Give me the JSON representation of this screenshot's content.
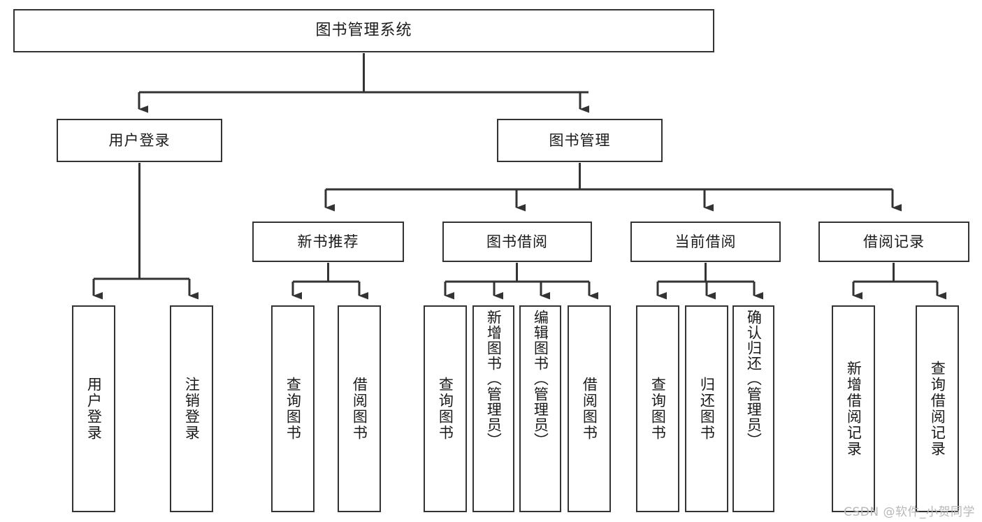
{
  "diagram": {
    "title": "图书管理系统",
    "type": "tree",
    "watermark": "CSDN @软件_小贺同学",
    "colors": {
      "box_border": "#333333",
      "box_fill": "#ffffff",
      "connector": "#333333",
      "text": "#1a1a1a",
      "watermark": "#b8b8b8"
    },
    "levels": {
      "root": {
        "label": "图书管理系统"
      },
      "level2": [
        {
          "label": "用户登录"
        },
        {
          "label": "图书管理"
        }
      ],
      "level3": [
        {
          "label": "新书推荐"
        },
        {
          "label": "图书借阅"
        },
        {
          "label": "当前借阅"
        },
        {
          "label": "借阅记录"
        }
      ],
      "leaves": {
        "user_login": [
          {
            "label": "用户登录"
          },
          {
            "label": "注销登录"
          }
        ],
        "new_book_recommend": [
          {
            "label": "查询图书"
          },
          {
            "label": "借阅图书"
          }
        ],
        "book_borrow": [
          {
            "label": "查询图书"
          },
          {
            "label": "新增图书（管理员）"
          },
          {
            "label": "编辑图书（管理员）"
          },
          {
            "label": "借阅图书"
          }
        ],
        "current_borrow": [
          {
            "label": "查询图书"
          },
          {
            "label": "归还图书"
          },
          {
            "label": "确认归还（管理员）"
          }
        ],
        "borrow_record": [
          {
            "label": "新增借阅记录"
          },
          {
            "label": "查询借阅记录"
          }
        ]
      }
    }
  }
}
